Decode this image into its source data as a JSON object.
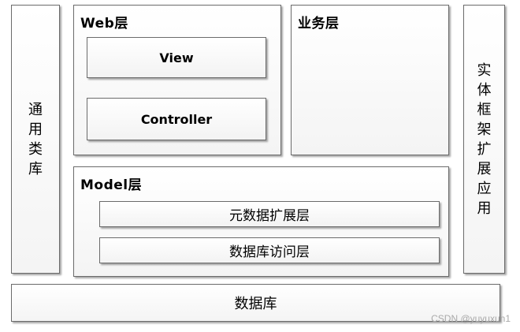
{
  "diagram": {
    "left_column": {
      "label": "通用类库"
    },
    "web_layer": {
      "title": "Web层",
      "view_label": "View",
      "controller_label": "Controller"
    },
    "business_layer": {
      "title": "业务层"
    },
    "right_column": {
      "label": "实体框架扩展应用"
    },
    "model_layer": {
      "title": "Model层",
      "metadata_ext_label": "元数据扩展层",
      "db_access_label": "数据库访问层"
    },
    "database": {
      "label": "数据库"
    }
  },
  "watermark": "CSDN @yuyuxun1"
}
